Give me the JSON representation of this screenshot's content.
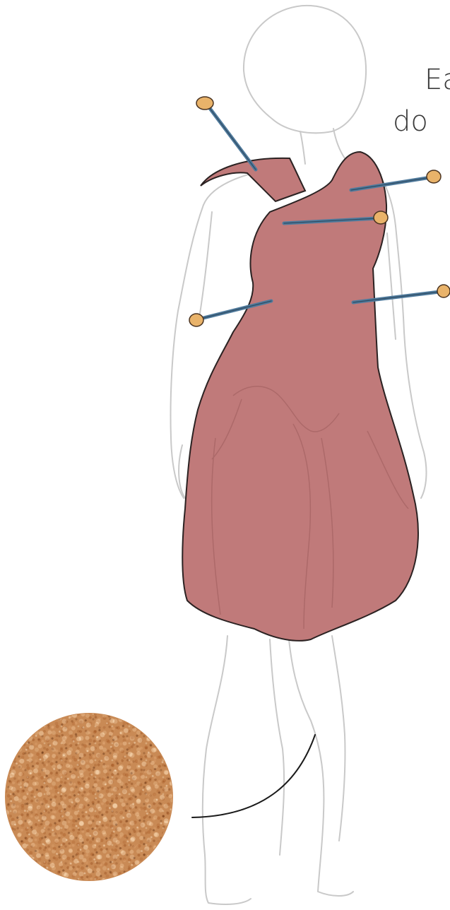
{
  "caption": {
    "line1": "Ea",
    "line2": "do"
  },
  "colors": {
    "outline": "#c9c9c9",
    "dress_fill": "#c07a7a",
    "dress_stroke": "#2b2222",
    "pin_shaft": "#4f7a9c",
    "pin_head": "#e9b36a",
    "cork": "#c98a55",
    "callout_line": "#1a1a1a"
  },
  "elements": {
    "mannequin": "body-outline",
    "dress": "dress-panel",
    "pins": [
      "pin",
      "pin",
      "pin",
      "pin",
      "pin"
    ],
    "callout": "cork-swatch"
  }
}
